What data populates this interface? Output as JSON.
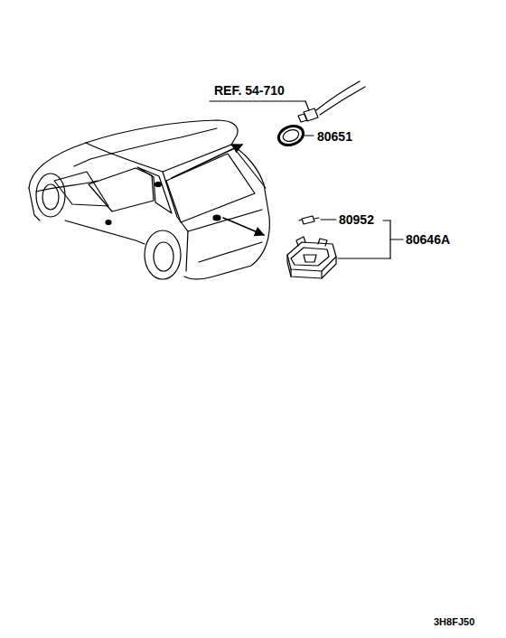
{
  "diagram": {
    "labels": [
      "REF. 54-710",
      "80651",
      "80952",
      "80646A",
      "3H8FJ50"
    ]
  }
}
